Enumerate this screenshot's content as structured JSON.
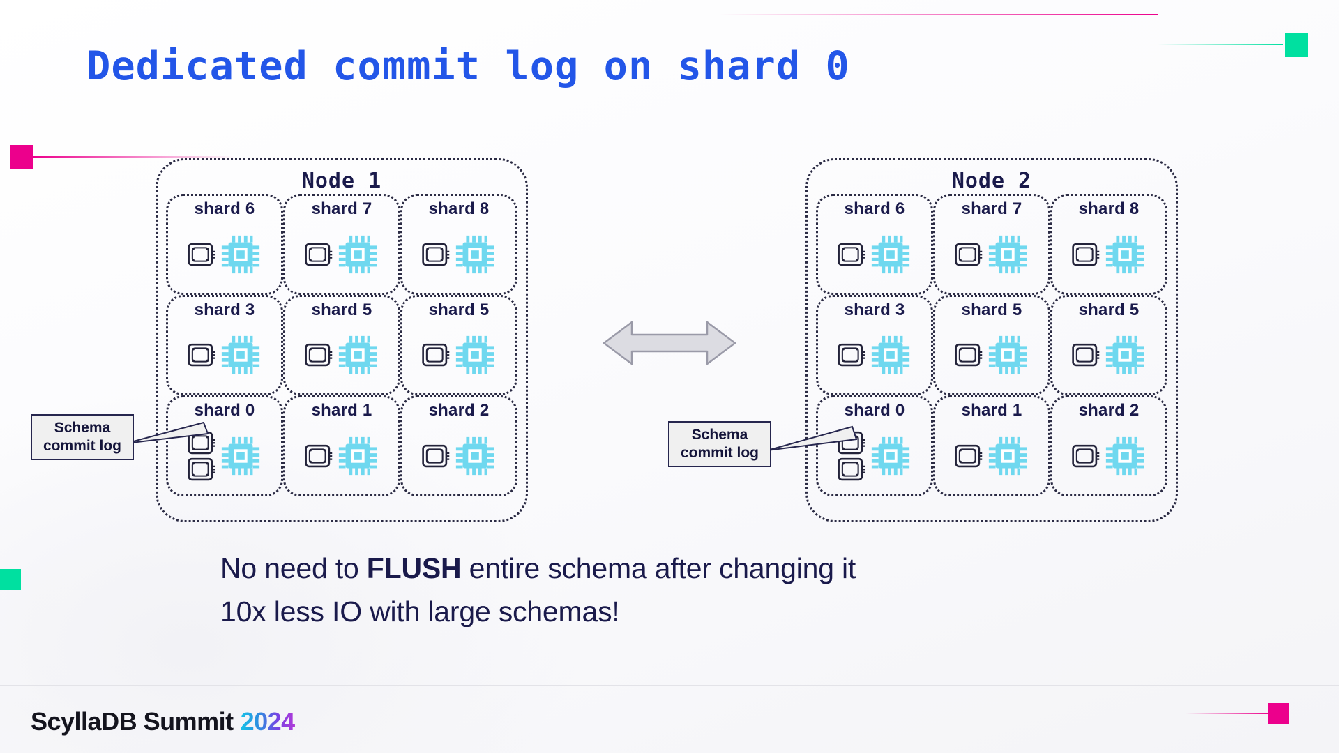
{
  "slide": {
    "title": "Dedicated commit log on shard 0",
    "title_color": "#2356e8"
  },
  "nodes": [
    {
      "name": "Node  1",
      "shards": [
        {
          "label": "shard 6",
          "commit_logs": 1
        },
        {
          "label": "shard 7",
          "commit_logs": 1
        },
        {
          "label": "shard 8",
          "commit_logs": 1
        },
        {
          "label": "shard 3",
          "commit_logs": 1
        },
        {
          "label": "shard 5",
          "commit_logs": 1
        },
        {
          "label": "shard 5",
          "commit_logs": 1
        },
        {
          "label": "shard 0",
          "commit_logs": 2
        },
        {
          "label": "shard 1",
          "commit_logs": 1
        },
        {
          "label": "shard 2",
          "commit_logs": 1
        }
      ]
    },
    {
      "name": "Node  2",
      "shards": [
        {
          "label": "shard 6",
          "commit_logs": 1
        },
        {
          "label": "shard 7",
          "commit_logs": 1
        },
        {
          "label": "shard 8",
          "commit_logs": 1
        },
        {
          "label": "shard 3",
          "commit_logs": 1
        },
        {
          "label": "shard 5",
          "commit_logs": 1
        },
        {
          "label": "shard 5",
          "commit_logs": 1
        },
        {
          "label": "shard 0",
          "commit_logs": 2
        },
        {
          "label": "shard 1",
          "commit_logs": 1
        },
        {
          "label": "shard 2",
          "commit_logs": 1
        }
      ]
    }
  ],
  "callouts": [
    {
      "line1": "Schema",
      "line2": "commit log"
    },
    {
      "line1": "Schema",
      "line2": "commit log"
    }
  ],
  "bottom_text": {
    "line1_pre": "No need to ",
    "line1_bold": "FLUSH",
    "line1_post": " entire schema after changing it",
    "line2": "10x  less IO with large schemas!"
  },
  "footer": {
    "brand": "ScyllaDB Summit",
    "year": "2024"
  },
  "icons": {
    "cpu": "cpu-chip-icon",
    "commit_log": "commit-log-icon",
    "exchange": "bidirectional-arrow-icon"
  },
  "colors": {
    "cpu": "#6fd8ef",
    "ink": "#1a1a4b",
    "accent_pink": "#ec008c",
    "accent_green": "#00e0a0"
  }
}
